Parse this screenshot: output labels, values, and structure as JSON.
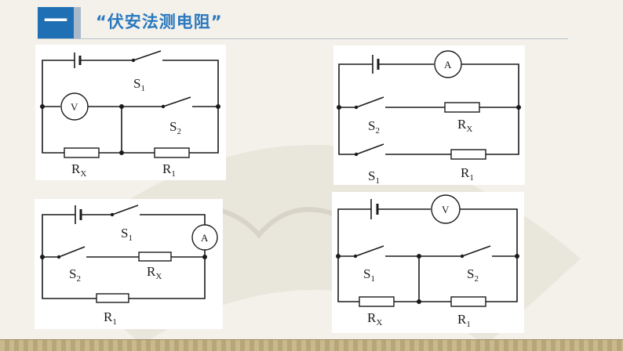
{
  "header": {
    "section_number": "一",
    "title": "“伏安法测电阻”"
  },
  "circuits": {
    "c1": {
      "s1": "S",
      "s1_sub": "1",
      "s2": "S",
      "s2_sub": "2",
      "rx": "R",
      "rx_sub": "X",
      "r1": "R",
      "r1_sub": "1",
      "meter": "V"
    },
    "c2": {
      "s1": "S",
      "s1_sub": "1",
      "s2": "S",
      "s2_sub": "2",
      "rx": "R",
      "rx_sub": "X",
      "r1": "R",
      "r1_sub": "1",
      "meter": "A"
    },
    "c3": {
      "s1": "S",
      "s1_sub": "1",
      "s2": "S",
      "s2_sub": "2",
      "rx": "R",
      "rx_sub": "X",
      "r1": "R",
      "r1_sub": "1",
      "meter": "A"
    },
    "c4": {
      "s1": "S",
      "s1_sub": "1",
      "s2": "S",
      "s2_sub": "2",
      "rx": "R",
      "rx_sub": "X",
      "r1": "R",
      "r1_sub": "1",
      "meter": "V"
    }
  },
  "colors": {
    "accent": "#1f6fb4",
    "title": "#2a78bf",
    "background": "#f3f1ea"
  }
}
